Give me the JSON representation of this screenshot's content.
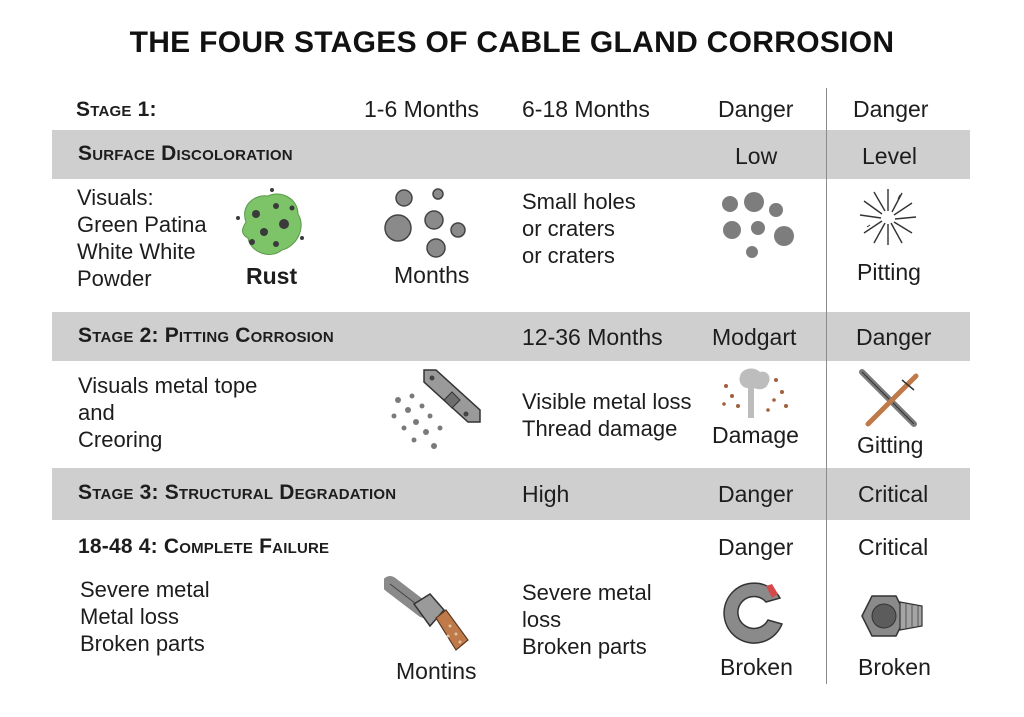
{
  "title": "THE FOUR STAGES OF CABLE GLAND CORROSION",
  "header_row": {
    "stage": "Stage 1:",
    "col1": "1-6 Months",
    "col2": "6-18 Months",
    "col3": "Danger",
    "col4": "Danger"
  },
  "stage1": {
    "heading": "Surface Discoloration",
    "col3": "Low",
    "col4": "Level",
    "visuals": "Visuals:\nGreen Patina\nWhite White\nPowder",
    "rust_label": "Rust",
    "months_label": "Months",
    "desc": "Small holes\nor craters\nor craters",
    "pitting_label": "Pitting"
  },
  "stage2": {
    "heading": "Stage 2: Pitting Corrosion",
    "col2": "12-36 Months",
    "col3": "Modgart",
    "col4": "Danger",
    "visuals": "Visuals metal tope\nand\nCreoring",
    "desc": "Visible metal loss\nThread damage",
    "damage_label": "Damage",
    "gitting_label": "Gitting"
  },
  "stage3": {
    "heading": "Stage 3: Structural Degradation",
    "col2": "High",
    "col3": "Danger",
    "col4": "Critical"
  },
  "stage4": {
    "heading": "18-48 4: Complete Failure",
    "col3": "Danger",
    "col4": "Critical",
    "visuals": "Severe metal\nMetal loss\nBroken parts",
    "montins_label": "Montins",
    "desc": "Severe metal\nloss\nBroken parts",
    "broken_label_1": "Broken",
    "broken_label_2": "Broken"
  },
  "icons": {
    "green_patina": "green-patina-blob-icon",
    "pits": "pit-circles-icon",
    "burst": "pitting-burst-icon",
    "bracket": "corroded-bracket-icon",
    "rust_plume": "rust-plume-icon",
    "cross_rods": "crossed-rods-icon",
    "bolt": "corroded-bolt-icon",
    "broken_ring": "broken-ring-icon",
    "hex_nut": "hex-gland-nut-icon"
  },
  "colors": {
    "band": "#cfcfcf",
    "patina": "#7dc468",
    "rust": "#c07a4a",
    "metal": "#8a8a8a"
  }
}
